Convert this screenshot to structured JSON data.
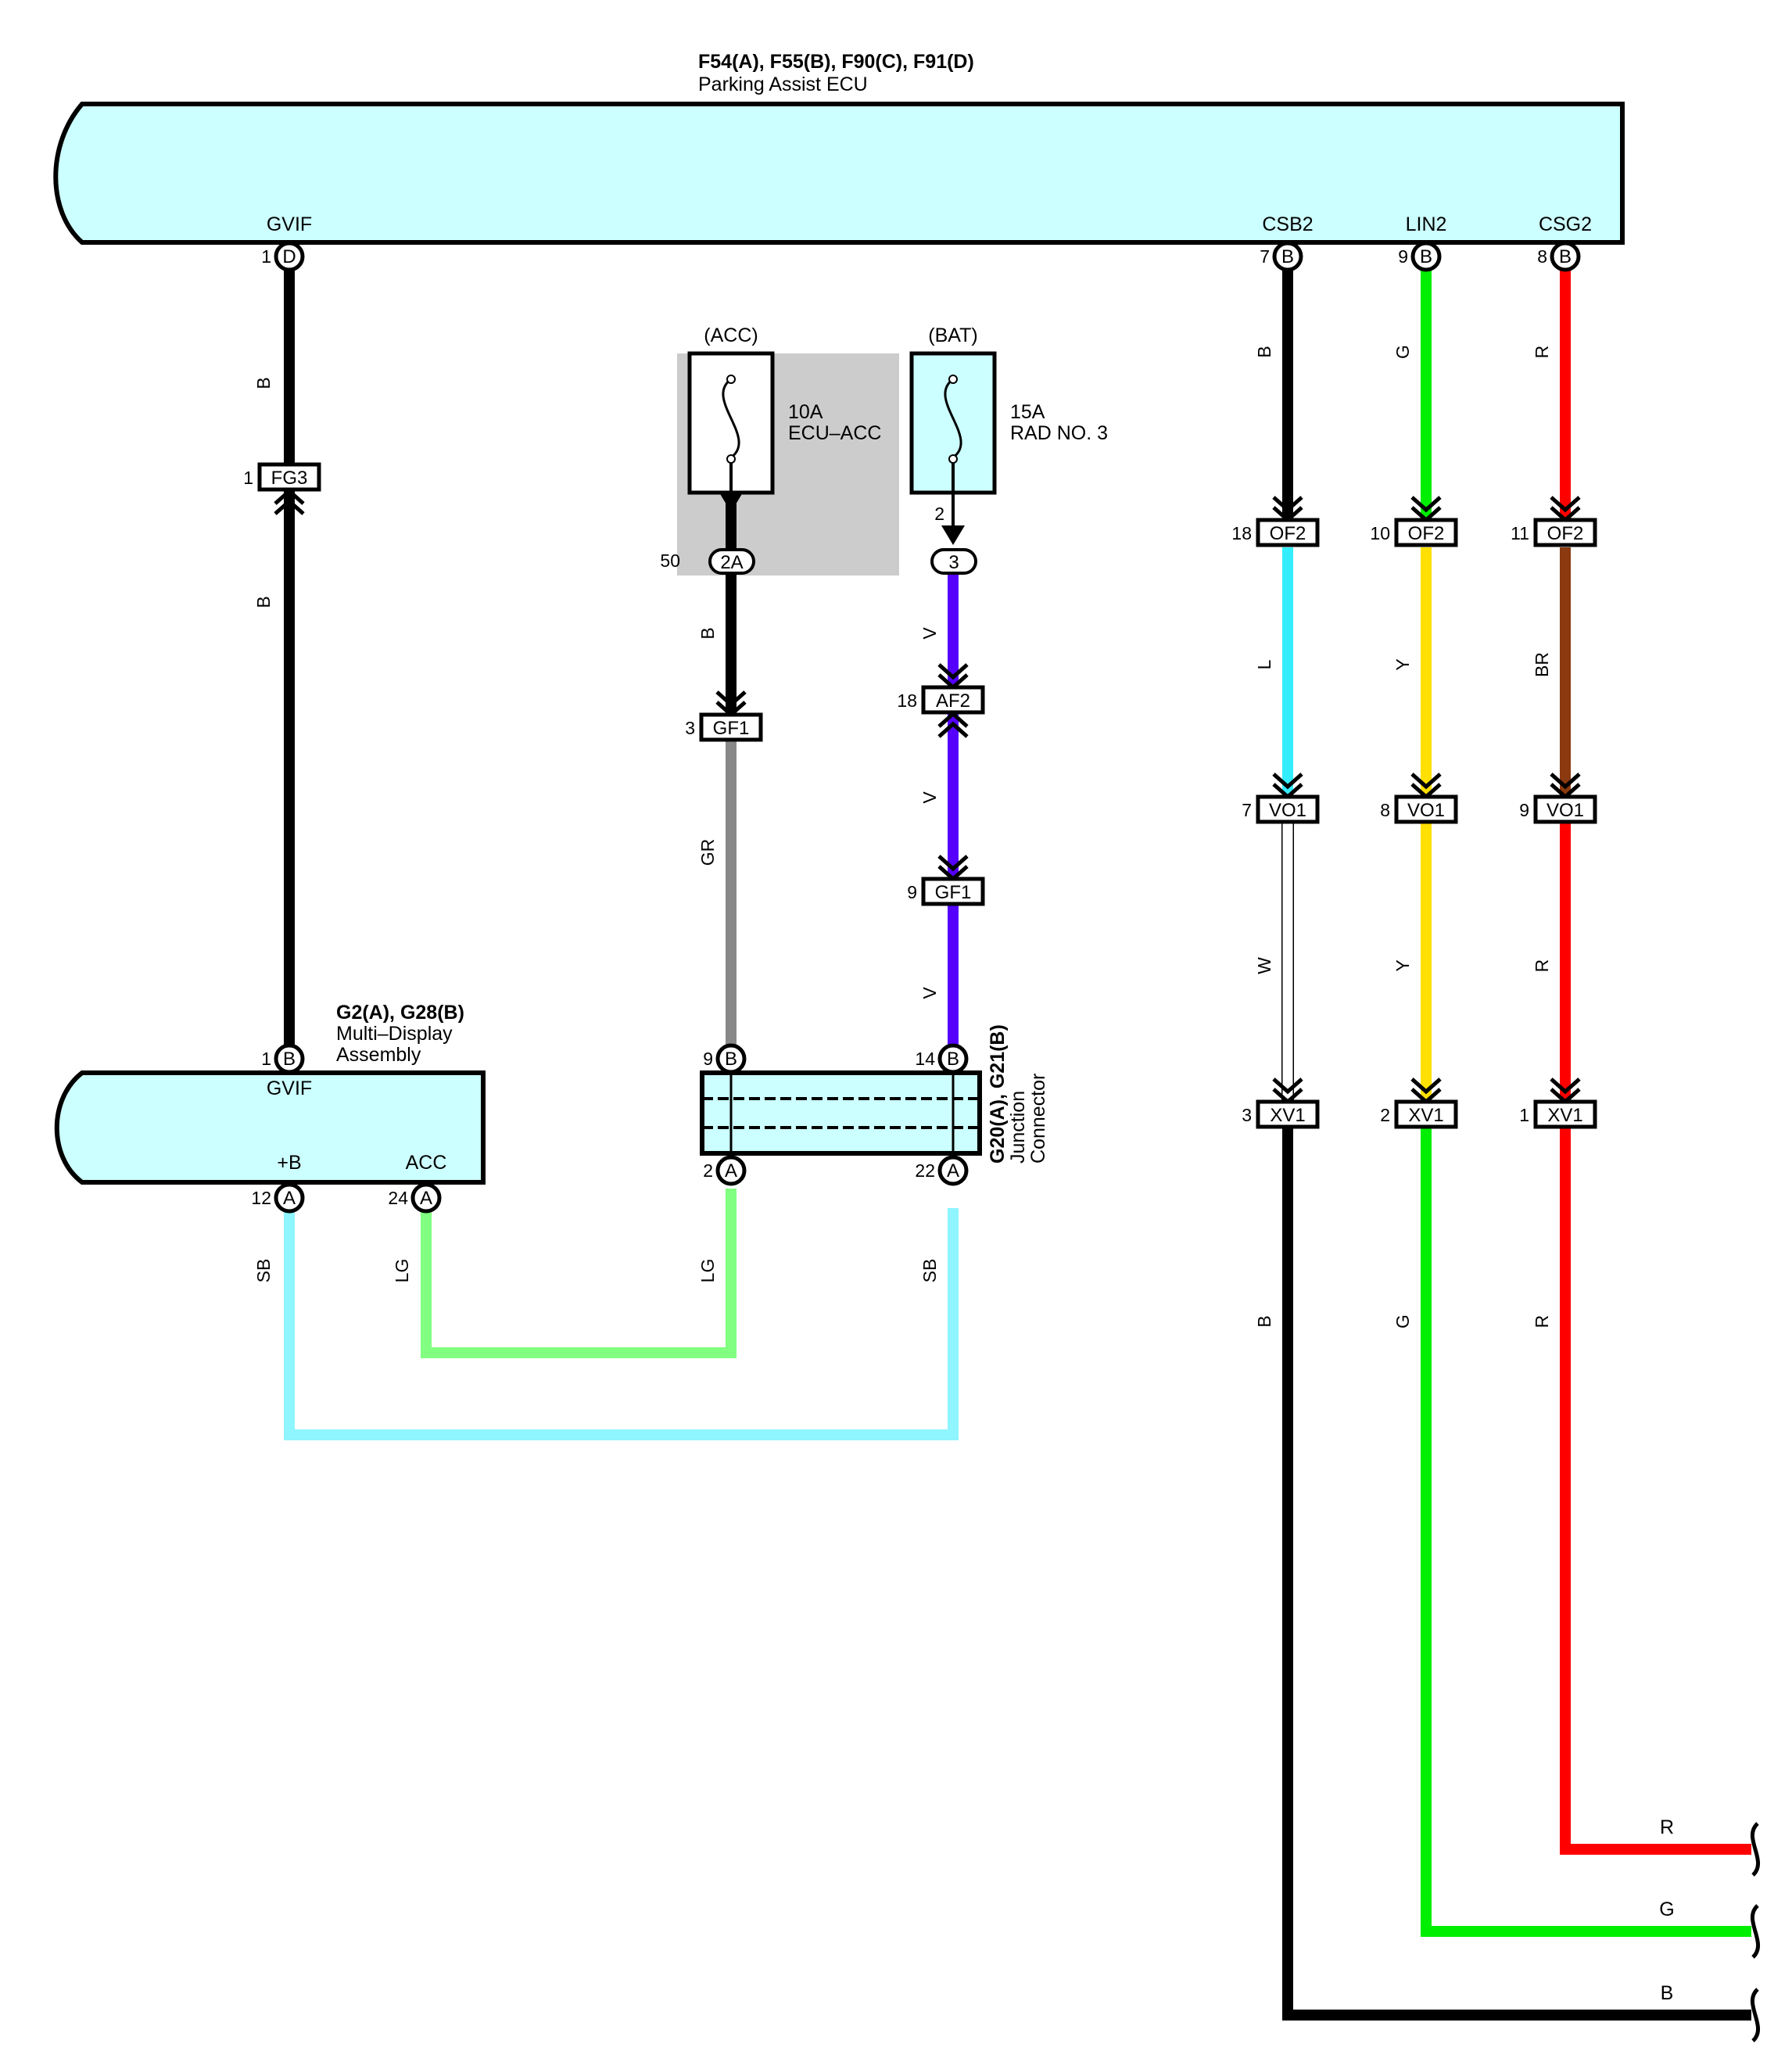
{
  "ecu": {
    "connectors": "F54(A), F55(B), F90(C), F91(D)",
    "name": "Parking Assist ECU",
    "terminals": [
      {
        "name": "GVIF",
        "pin": "1",
        "conn": "D"
      },
      {
        "name": "CSB2",
        "pin": "7",
        "conn": "B"
      },
      {
        "name": "LIN2",
        "pin": "9",
        "conn": "B"
      },
      {
        "name": "CSG2",
        "pin": "8",
        "conn": "B"
      }
    ]
  },
  "mda": {
    "connectors": "G2(A), G28(B)",
    "name_line1": "Multi–Display",
    "name_line2": "Assembly",
    "terminals": [
      {
        "name": "GVIF",
        "pin": "1",
        "conn": "B"
      },
      {
        "name": "+B",
        "pin": "12",
        "conn": "A"
      },
      {
        "name": "ACC",
        "pin": "24",
        "conn": "A"
      }
    ]
  },
  "junction": {
    "connectors": "G20(A), G21(B)",
    "name_line1": "Junction",
    "name_line2": "Connector",
    "pins": [
      {
        "pin": "9",
        "conn": "B"
      },
      {
        "pin": "14",
        "conn": "B"
      },
      {
        "pin": "2",
        "conn": "A"
      },
      {
        "pin": "22",
        "conn": "A"
      }
    ]
  },
  "fuses": [
    {
      "source": "(ACC)",
      "rating": "10A",
      "name": "ECU–ACC",
      "pin": "50",
      "conn": "2A"
    },
    {
      "source": "(BAT)",
      "rating": "15A",
      "name": "RAD NO. 3",
      "pin": "2",
      "conn": "3"
    }
  ],
  "inline_connectors": [
    {
      "pin": "1",
      "name": "FG3"
    },
    {
      "pin": "3",
      "name": "GF1"
    },
    {
      "pin": "18",
      "name": "AF2"
    },
    {
      "pin": "9",
      "name": "GF1"
    },
    {
      "pin": "18",
      "name": "OF2"
    },
    {
      "pin": "10",
      "name": "OF2"
    },
    {
      "pin": "11",
      "name": "OF2"
    },
    {
      "pin": "7",
      "name": "VO1"
    },
    {
      "pin": "8",
      "name": "VO1"
    },
    {
      "pin": "9",
      "name": "VO1"
    },
    {
      "pin": "3",
      "name": "XV1"
    },
    {
      "pin": "2",
      "name": "XV1"
    },
    {
      "pin": "1",
      "name": "XV1"
    }
  ],
  "wire_codes": [
    "B",
    "B",
    "B",
    "GR",
    "V",
    "V",
    "V",
    "B",
    "L",
    "W",
    "B",
    "G",
    "Y",
    "Y",
    "G",
    "R",
    "BR",
    "R",
    "R",
    "SB",
    "LG",
    "LG",
    "SB"
  ],
  "wire_colors": {
    "B": "#000000",
    "G": "#00ee00",
    "R": "#ff0000",
    "L": "#33eeff",
    "Y": "#ffe000",
    "BR": "#8b3a0f",
    "W": "#ffffff",
    "GR": "#888888",
    "V": "#5500ff",
    "SB": "#8ff5ff",
    "LG": "#80ff80"
  },
  "outputs": [
    "R",
    "G",
    "B"
  ]
}
